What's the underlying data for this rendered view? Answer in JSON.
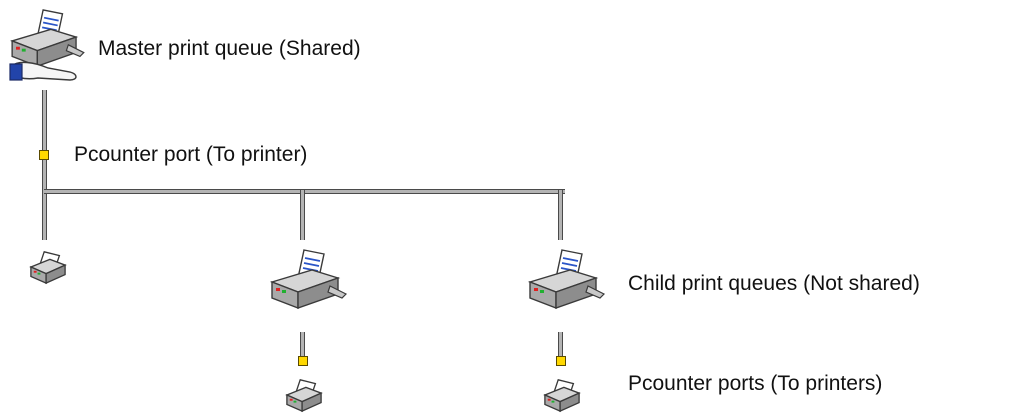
{
  "labels": {
    "master_queue": "Master print queue (Shared)",
    "pcounter_port": "Pcounter port (To printer)",
    "child_queues": "Child print queues (Not shared)",
    "pcounter_ports": "Pcounter ports (To printers)"
  },
  "icons": {
    "master_queue": "shared-print-queue-icon",
    "child_queue": "print-queue-icon",
    "printer": "printer-icon",
    "port": "port-node-icon"
  },
  "colors": {
    "port_fill": "#ffd800",
    "wire_fill": "#b4b4b4",
    "wire_edge": "#4a4a4a"
  }
}
